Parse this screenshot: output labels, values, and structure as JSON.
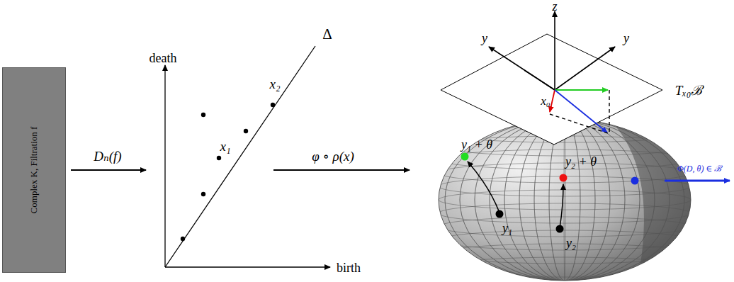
{
  "diagram": {
    "nodes": [
      {
        "text": [
          "Complex K, Filtration f"
        ]
      }
    ],
    "labels": [
      "Dₙ(f)",
      "death",
      "birth",
      "x₁",
      "x₂",
      "Δ",
      "φ ∘ ρ(x)",
      "z",
      "y",
      "y",
      "x₀",
      "Tₓ₀ℬ",
      "y₁ + θ",
      "y₂ + θ",
      "y₁",
      "y₂",
      "Φ(D, θ) ∈ ℬ"
    ]
  }
}
